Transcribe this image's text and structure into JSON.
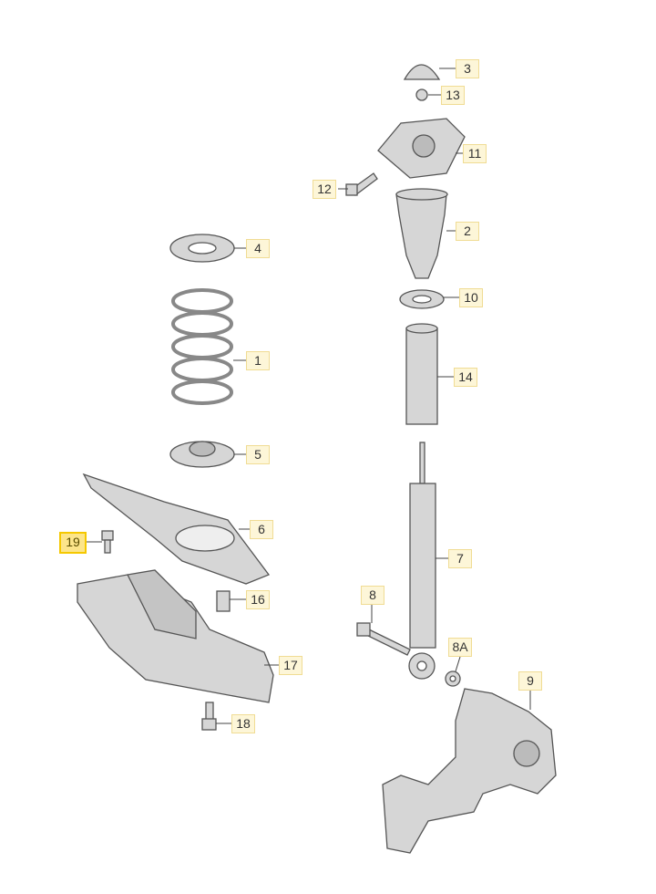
{
  "diagram": {
    "title_hidden": false,
    "highlighted": "19",
    "callouts": [
      {
        "id": "3",
        "label": "3"
      },
      {
        "id": "13",
        "label": "13"
      },
      {
        "id": "11",
        "label": "11"
      },
      {
        "id": "12",
        "label": "12"
      },
      {
        "id": "2",
        "label": "2"
      },
      {
        "id": "4",
        "label": "4"
      },
      {
        "id": "10",
        "label": "10"
      },
      {
        "id": "1",
        "label": "1"
      },
      {
        "id": "14",
        "label": "14"
      },
      {
        "id": "5",
        "label": "5"
      },
      {
        "id": "6",
        "label": "6"
      },
      {
        "id": "19",
        "label": "19"
      },
      {
        "id": "7",
        "label": "7"
      },
      {
        "id": "16",
        "label": "16"
      },
      {
        "id": "8",
        "label": "8"
      },
      {
        "id": "8A",
        "label": "8A"
      },
      {
        "id": "17",
        "label": "17"
      },
      {
        "id": "9",
        "label": "9"
      },
      {
        "id": "18",
        "label": "18"
      }
    ],
    "colors": {
      "label_bg": "#fdf6d8",
      "label_border": "#f0dc94",
      "highlight_bg": "#fce58a",
      "highlight_border": "#f5c800",
      "part": "#d4d4d4",
      "outline": "#555555"
    }
  }
}
